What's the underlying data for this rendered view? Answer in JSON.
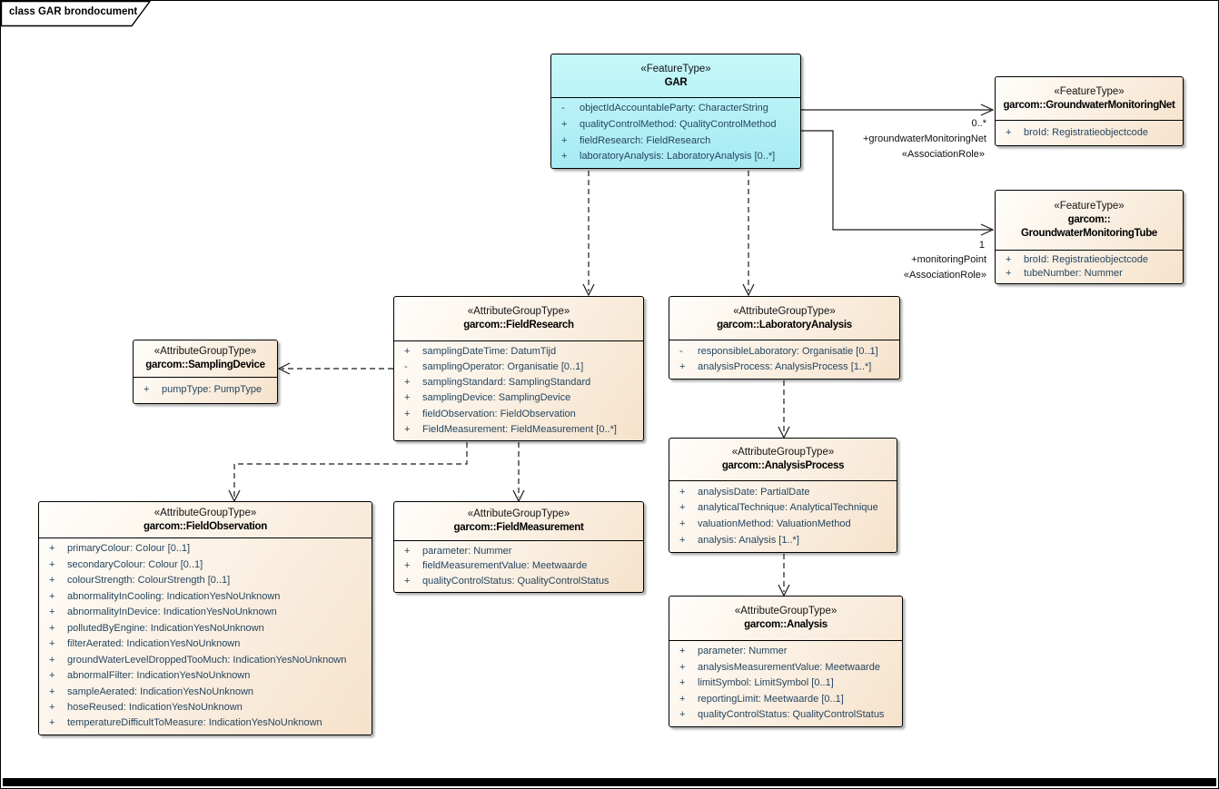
{
  "frame": {
    "title": "class GAR brondocument"
  },
  "colors": {
    "feature_type_fill": "#b8f2f7",
    "attribute_group_fill": "#f6e2cb",
    "border": "#000000",
    "attribute_text": "#25455f"
  },
  "classes": [
    {
      "id": "gar",
      "stereotype": "«FeatureType»",
      "name_lines": [
        "GAR"
      ],
      "attributes": [
        {
          "vis": "-",
          "text": "objectIdAccountableParty: CharacterString"
        },
        {
          "vis": "+",
          "text": "qualityControlMethod: QualityControlMethod"
        },
        {
          "vis": "+",
          "text": "fieldResearch: FieldResearch"
        },
        {
          "vis": "+",
          "text": "laboratoryAnalysis: LaboratoryAnalysis [0..*]"
        }
      ]
    },
    {
      "id": "groundwater-monitoring-net",
      "stereotype": "«FeatureType»",
      "name_lines": [
        "garcom::GroundwaterMonitoringNet"
      ],
      "attributes": [
        {
          "vis": "+",
          "text": "broId: Registratieobjectcode"
        }
      ]
    },
    {
      "id": "groundwater-monitoring-tube",
      "stereotype": "«FeatureType»",
      "name_lines": [
        "garcom::",
        "GroundwaterMonitoringTube"
      ],
      "attributes": [
        {
          "vis": "+",
          "text": "broId: Registratieobjectcode"
        },
        {
          "vis": "+",
          "text": "tubeNumber: Nummer"
        }
      ]
    },
    {
      "id": "field-research",
      "stereotype": "«AttributeGroupType»",
      "name_lines": [
        "garcom::FieldResearch"
      ],
      "attributes": [
        {
          "vis": "+",
          "text": "samplingDateTime: DatumTijd"
        },
        {
          "vis": "-",
          "text": "samplingOperator: Organisatie [0..1]"
        },
        {
          "vis": "+",
          "text": "samplingStandard: SamplingStandard"
        },
        {
          "vis": "+",
          "text": "samplingDevice: SamplingDevice"
        },
        {
          "vis": "+",
          "text": "fieldObservation: FieldObservation"
        },
        {
          "vis": "+",
          "text": "FieldMeasurement: FieldMeasurement [0..*]"
        }
      ]
    },
    {
      "id": "laboratory-analysis",
      "stereotype": "«AttributeGroupType»",
      "name_lines": [
        "garcom::LaboratoryAnalysis"
      ],
      "attributes": [
        {
          "vis": "-",
          "text": "responsibleLaboratory: Organisatie [0..1]"
        },
        {
          "vis": "+",
          "text": "analysisProcess: AnalysisProcess [1..*]"
        }
      ]
    },
    {
      "id": "sampling-device",
      "stereotype": "«AttributeGroupType»",
      "name_lines": [
        "garcom::SamplingDevice"
      ],
      "attributes": [
        {
          "vis": "+",
          "text": "pumpType: PumpType"
        }
      ]
    },
    {
      "id": "field-observation",
      "stereotype": "«AttributeGroupType»",
      "name_lines": [
        "garcom::FieldObservation"
      ],
      "attributes": [
        {
          "vis": "+",
          "text": "primaryColour: Colour [0..1]"
        },
        {
          "vis": "+",
          "text": "secondaryColour: Colour [0..1]"
        },
        {
          "vis": "+",
          "text": "colourStrength: ColourStrength [0..1]"
        },
        {
          "vis": "+",
          "text": "abnormalityInCooling: IndicationYesNoUnknown"
        },
        {
          "vis": "+",
          "text": "abnormalityInDevice: IndicationYesNoUnknown"
        },
        {
          "vis": "+",
          "text": "pollutedByEngine: IndicationYesNoUnknown"
        },
        {
          "vis": "+",
          "text": "filterAerated: IndicationYesNoUnknown"
        },
        {
          "vis": "+",
          "text": "groundWaterLevelDroppedTooMuch: IndicationYesNoUnknown"
        },
        {
          "vis": "+",
          "text": "abnormalFilter: IndicationYesNoUnknown"
        },
        {
          "vis": "+",
          "text": "sampleAerated: IndicationYesNoUnknown"
        },
        {
          "vis": "+",
          "text": "hoseReused: IndicationYesNoUnknown"
        },
        {
          "vis": "+",
          "text": "temperatureDifficultToMeasure: IndicationYesNoUnknown"
        }
      ]
    },
    {
      "id": "field-measurement",
      "stereotype": "«AttributeGroupType»",
      "name_lines": [
        "garcom::FieldMeasurement"
      ],
      "attributes": [
        {
          "vis": "+",
          "text": "parameter: Nummer"
        },
        {
          "vis": "+",
          "text": "fieldMeasurementValue: Meetwaarde"
        },
        {
          "vis": "+",
          "text": "qualityControlStatus: QualityControlStatus"
        }
      ]
    },
    {
      "id": "analysis-process",
      "stereotype": "«AttributeGroupType»",
      "name_lines": [
        "garcom::AnalysisProcess"
      ],
      "attributes": [
        {
          "vis": "+",
          "text": "analysisDate: PartialDate"
        },
        {
          "vis": "+",
          "text": "analyticalTechnique: AnalyticalTechnique"
        },
        {
          "vis": "+",
          "text": "valuationMethod: ValuationMethod"
        },
        {
          "vis": "+",
          "text": "analysis: Analysis [1..*]"
        }
      ]
    },
    {
      "id": "analysis",
      "stereotype": "«AttributeGroupType»",
      "name_lines": [
        "garcom::Analysis"
      ],
      "attributes": [
        {
          "vis": "+",
          "text": "parameter: Nummer"
        },
        {
          "vis": "+",
          "text": "analysisMeasurementValue: Meetwaarde"
        },
        {
          "vis": "+",
          "text": "limitSymbol: LimitSymbol [0..1]"
        },
        {
          "vis": "+",
          "text": "reportingLimit: Meetwaarde [0..1]"
        },
        {
          "vis": "+",
          "text": "qualityControlStatus: QualityControlStatus"
        }
      ]
    }
  ],
  "associations": [
    {
      "id": "net",
      "multiplicity": "0..*",
      "role": "+groundwaterMonitoringNet",
      "stereotype": "«AssociationRole»"
    },
    {
      "id": "tube",
      "multiplicity": "1",
      "role": "+monitoringPoint",
      "stereotype": "«AssociationRole»"
    }
  ]
}
